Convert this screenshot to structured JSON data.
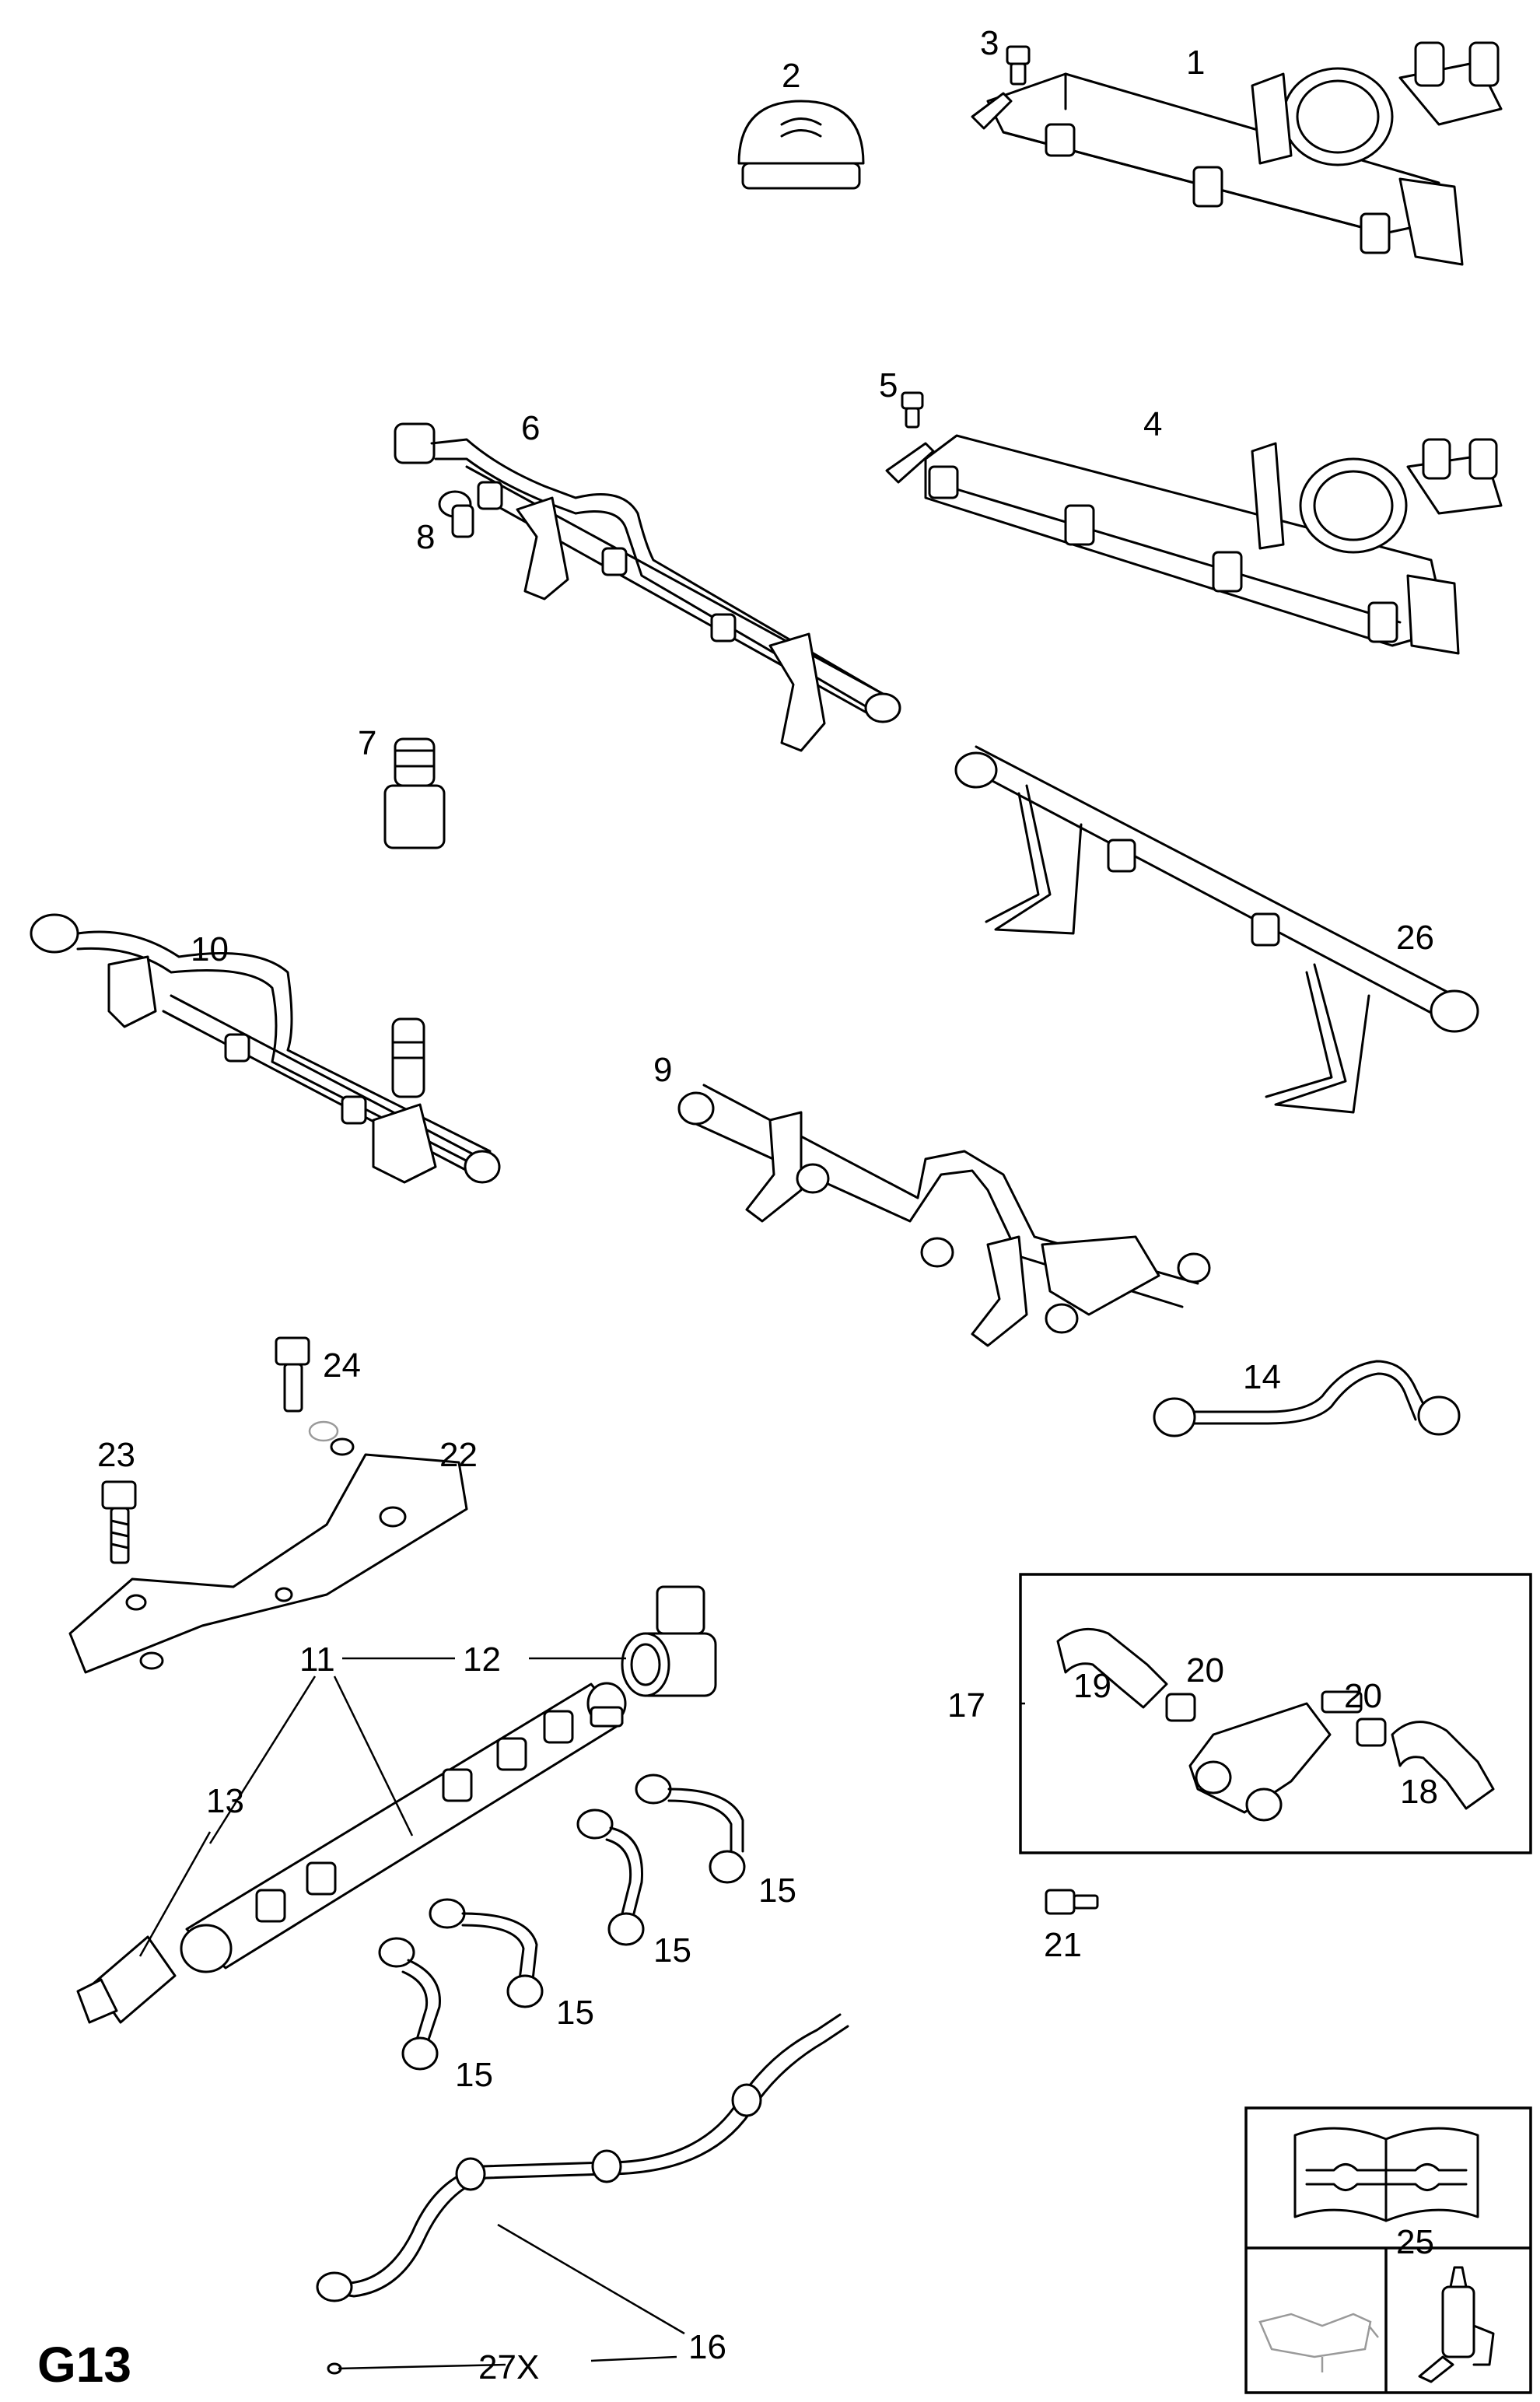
{
  "page_code": "G13",
  "labels": {
    "p1": "1",
    "p2": "2",
    "p3": "3",
    "p4": "4",
    "p5": "5",
    "p6": "6",
    "p7": "7",
    "p8": "8",
    "p9": "9",
    "p10": "10",
    "p11": "11",
    "p12": "12",
    "p13": "13",
    "p14": "14",
    "p15a": "15",
    "p15b": "15",
    "p15c": "15",
    "p15d": "15",
    "p16": "16",
    "p17": "17",
    "p18": "18",
    "p19": "19",
    "p20a": "20",
    "p20b": "20",
    "p21": "21",
    "p22": "22",
    "p23": "23",
    "p24": "24",
    "p25": "25",
    "p26": "26",
    "p27": "27X"
  },
  "icons": {
    "manual": "book-wrench-icon",
    "oil": "oil-pan-icon",
    "sealant": "sealant-tube-icon"
  }
}
